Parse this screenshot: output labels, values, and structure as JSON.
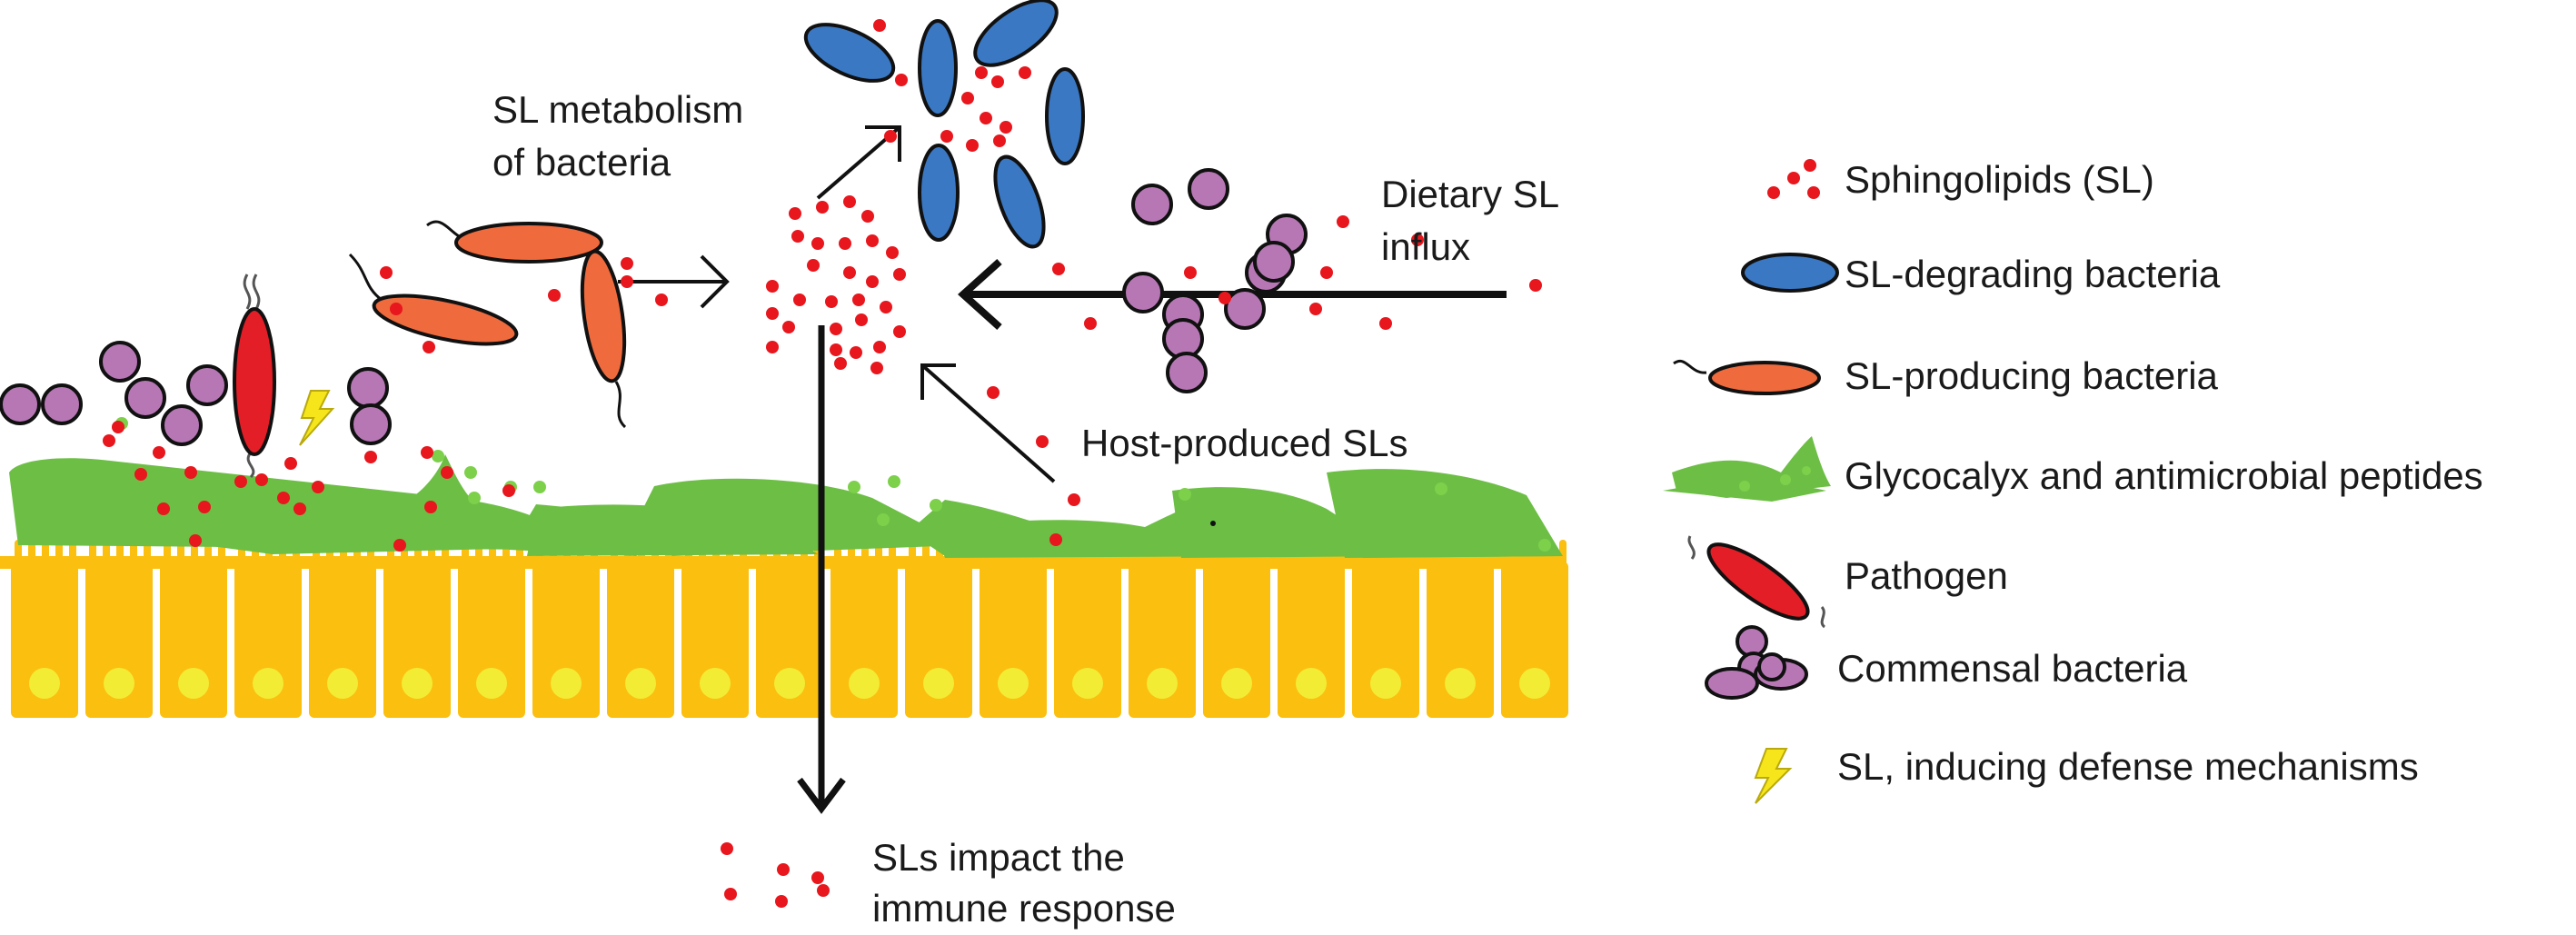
{
  "labels": {
    "sl_metabolism_line1": "SL metabolism",
    "sl_metabolism_line2": "of bacteria",
    "dietary_line1": "Dietary SL",
    "dietary_line2": "influx",
    "host_produced": "Host-produced SLs",
    "immune_line1": "SLs impact the",
    "immune_line2": "immune response"
  },
  "legend": [
    {
      "icon": "sphingolipid-dots-icon",
      "label": "Sphingolipids (SL)"
    },
    {
      "icon": "sl-degrading-bacterium-icon",
      "label": "SL-degrading bacteria"
    },
    {
      "icon": "sl-producing-bacterium-icon",
      "label": "SL-producing bacteria"
    },
    {
      "icon": "glycocalyx-icon",
      "label": "Glycocalyx and antimicrobial peptides"
    },
    {
      "icon": "pathogen-icon",
      "label": "Pathogen"
    },
    {
      "icon": "commensal-bacteria-icon",
      "label": "Commensal bacteria"
    },
    {
      "icon": "lightning-bolt-icon",
      "label": "SL, inducing defense mechanisms"
    }
  ],
  "colors": {
    "sphingolipid": "#e8161d",
    "degrading": "#3a78c3",
    "producing": "#ef6a3d",
    "glycocalyx": "#6cbf44",
    "glycocalyx_dot": "#7dd04a",
    "pathogen": "#e41e26",
    "commensal": "#b777b5",
    "bolt": "#f5e51a",
    "cell": "#fbbf0f",
    "nucleus": "#f3ec35",
    "arrow": "#111111"
  }
}
